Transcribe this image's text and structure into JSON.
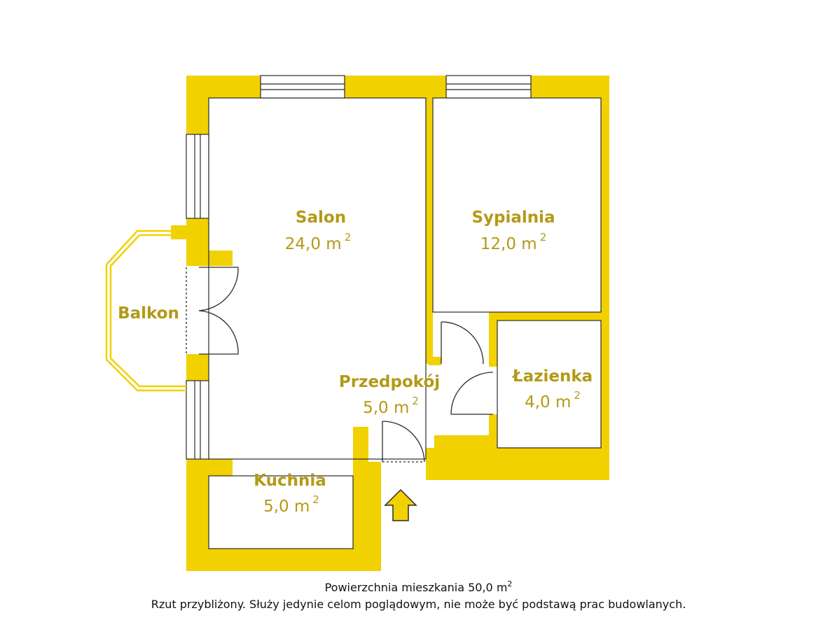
{
  "colors": {
    "wall": "#f2d100",
    "label": "#b39a17",
    "outline": "#2a2a2a",
    "window": "#cfcfcf"
  },
  "rooms": {
    "salon": {
      "name": "Salon",
      "area": "24,0 m",
      "unit_exp": "2"
    },
    "sypialnia": {
      "name": "Sypialnia",
      "area": "12,0 m",
      "unit_exp": "2"
    },
    "balkon": {
      "name": "Balkon"
    },
    "przedpokoj": {
      "name": "Przedpokój",
      "area": "5,0 m",
      "unit_exp": "2"
    },
    "lazienka": {
      "name": "Łazienka",
      "area": "4,0 m",
      "unit_exp": "2"
    },
    "kuchnia": {
      "name": "Kuchnia",
      "area": "5,0 m",
      "unit_exp": "2"
    }
  },
  "entrance_icon": "up-arrow-icon",
  "footer": {
    "total_area": "Powierzchnia mieszkania 50,0 m",
    "total_exp": "2",
    "disclaimer": "Rzut przybliżony. Służy jedynie celom poglądowym, nie może być podstawą prac budowlanych."
  }
}
